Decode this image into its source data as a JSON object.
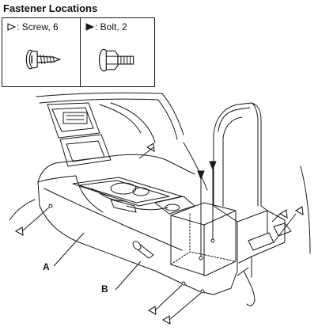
{
  "header": {
    "title": "Fastener Locations"
  },
  "legend": {
    "screw": {
      "label": ": Screw, 6",
      "symbol": "open-triangle-icon",
      "count": 6
    },
    "bolt": {
      "label": ": Bolt, 2",
      "symbol": "filled-triangle-icon",
      "count": 2
    }
  },
  "callouts": {
    "a": "A",
    "b": "B"
  },
  "colors": {
    "line": "#1a1a1a",
    "background": "#ffffff"
  }
}
